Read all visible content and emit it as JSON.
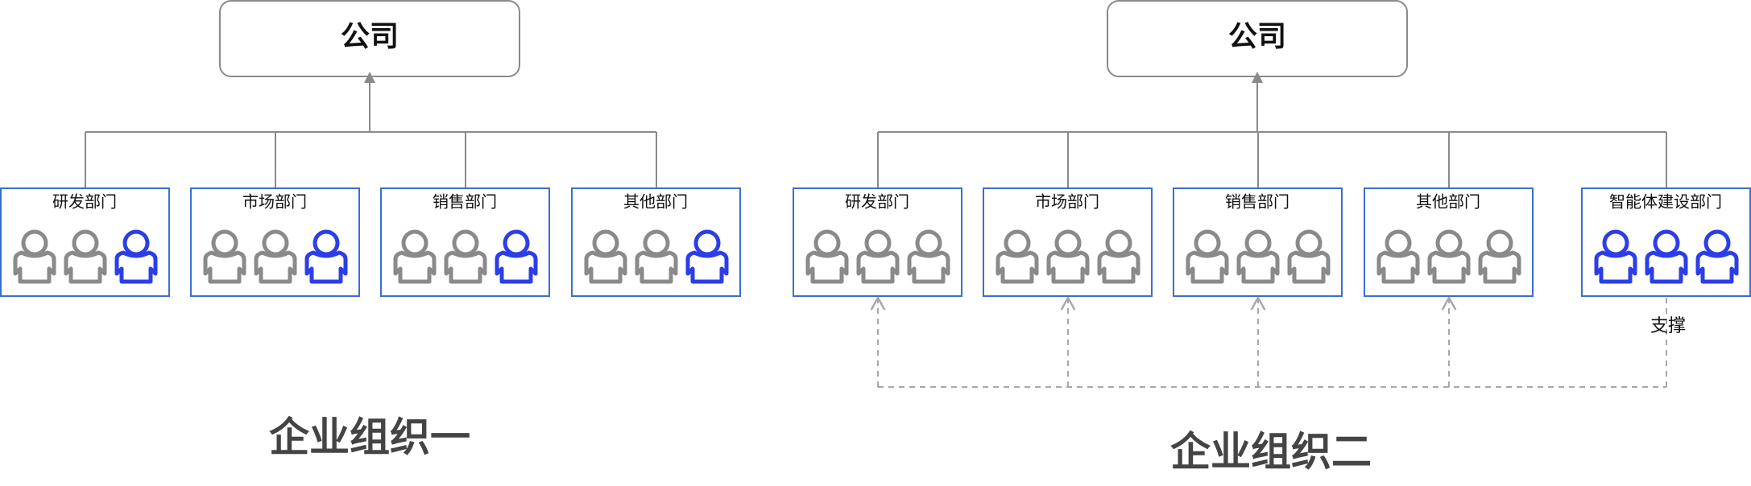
{
  "org1": {
    "company": "公司",
    "title": "企业组织一",
    "departments": [
      {
        "name": "研发部门",
        "people": [
          "gray",
          "gray",
          "blue"
        ]
      },
      {
        "name": "市场部门",
        "people": [
          "gray",
          "gray",
          "blue"
        ]
      },
      {
        "name": "销售部门",
        "people": [
          "gray",
          "gray",
          "blue"
        ]
      },
      {
        "name": "其他部门",
        "people": [
          "gray",
          "gray",
          "blue"
        ]
      }
    ]
  },
  "org2": {
    "company": "公司",
    "title": "企业组织二",
    "support_label": "支撑",
    "departments": [
      {
        "name": "研发部门",
        "people": [
          "gray",
          "gray",
          "gray"
        ]
      },
      {
        "name": "市场部门",
        "people": [
          "gray",
          "gray",
          "gray"
        ]
      },
      {
        "name": "销售部门",
        "people": [
          "gray",
          "gray",
          "gray"
        ]
      },
      {
        "name": "其他部门",
        "people": [
          "gray",
          "gray",
          "gray"
        ]
      },
      {
        "name": "智能体建设部门",
        "people": [
          "blue",
          "blue",
          "blue"
        ]
      }
    ]
  },
  "colors": {
    "gray_person": "#8a8a8a",
    "blue_person": "#2c3ee8",
    "dept_border": "#3a6fd0"
  }
}
